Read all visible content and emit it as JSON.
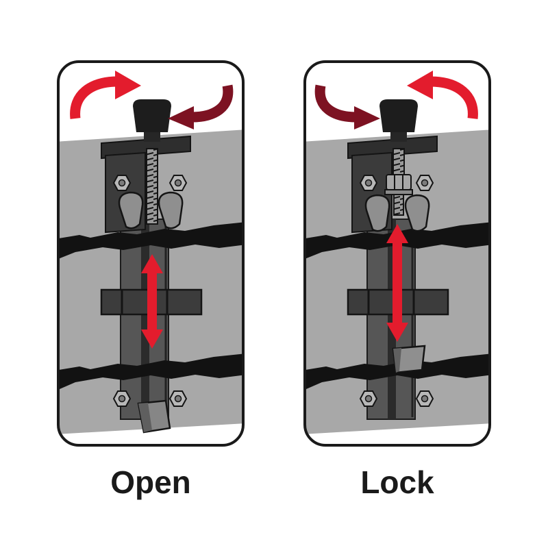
{
  "figure": {
    "panels": [
      {
        "id": "open",
        "label": "Open"
      },
      {
        "id": "lock",
        "label": "Lock"
      }
    ]
  },
  "icons": {
    "rotation_bright": "curved-rotation-arrow",
    "rotation_dark": "curved-rotation-arrow-dark",
    "vertical_motion": "double-headed-arrow",
    "fastener": "hex-bolt"
  },
  "colors": {
    "bright_red": "#E31C2D",
    "dark_red": "#7D1222",
    "band_gray": "#A8A8A8",
    "rail_black": "#121212",
    "metal_dark": "#3B3B3B",
    "metal_mid": "#565656",
    "metal_light": "#9A9A9A",
    "outline": "#1A1A1A",
    "label_text": "#1A1A1A"
  }
}
